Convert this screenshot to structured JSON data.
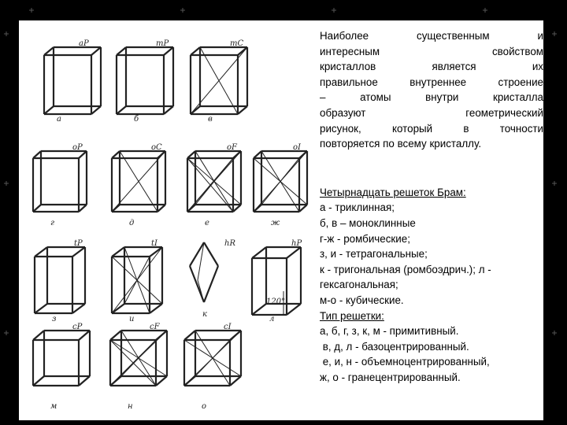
{
  "figure": {
    "cells": [
      {
        "symbol": "aP",
        "caption": "а"
      },
      {
        "symbol": "mP",
        "caption": "б"
      },
      {
        "symbol": "mC",
        "caption": "в"
      },
      {
        "symbol": "oP",
        "caption": "г"
      },
      {
        "symbol": "oC",
        "caption": "д"
      },
      {
        "symbol": "oF",
        "caption": "е"
      },
      {
        "symbol": "oI",
        "caption": "ж"
      },
      {
        "symbol": "tP",
        "caption": "з"
      },
      {
        "symbol": "tI",
        "caption": "и"
      },
      {
        "symbol": "hR",
        "caption": "к"
      },
      {
        "symbol": "hP",
        "caption": "л"
      },
      {
        "symbol": "cP",
        "caption": "м"
      },
      {
        "symbol": "cF",
        "caption": "н"
      },
      {
        "symbol": "cI",
        "caption": "о"
      }
    ],
    "angle_label": "120°"
  },
  "text": {
    "intro_lines": [
      "Наиболее существенным и",
      "интересным свойством",
      "кристаллов является их",
      "правильное внутреннее строение",
      "– атомы внутри кристалла",
      "образуют геометрический",
      "рисунок, который в точности",
      "повторяется по всему кристаллу."
    ],
    "bravais_heading": "Четырнадцать решеток Брам:",
    "bravais_items": [
      "а - триклинная;",
      "б, в – моноклинные",
      "г-ж - ромбические;",
      "з, и - тетрагональные;",
      "к - тригональная (ромбоэдрич.); л -",
      "гексагональная;",
      "м-о - кубические."
    ],
    "type_heading": "Тип решетки:",
    "type_items": [
      "а, б, г, з, к, м - примитивный.",
      " в, д, л - базоцентрированный.",
      " е, и, н - объемноцентрированный,",
      "ж, о - гранецентрированный."
    ]
  }
}
